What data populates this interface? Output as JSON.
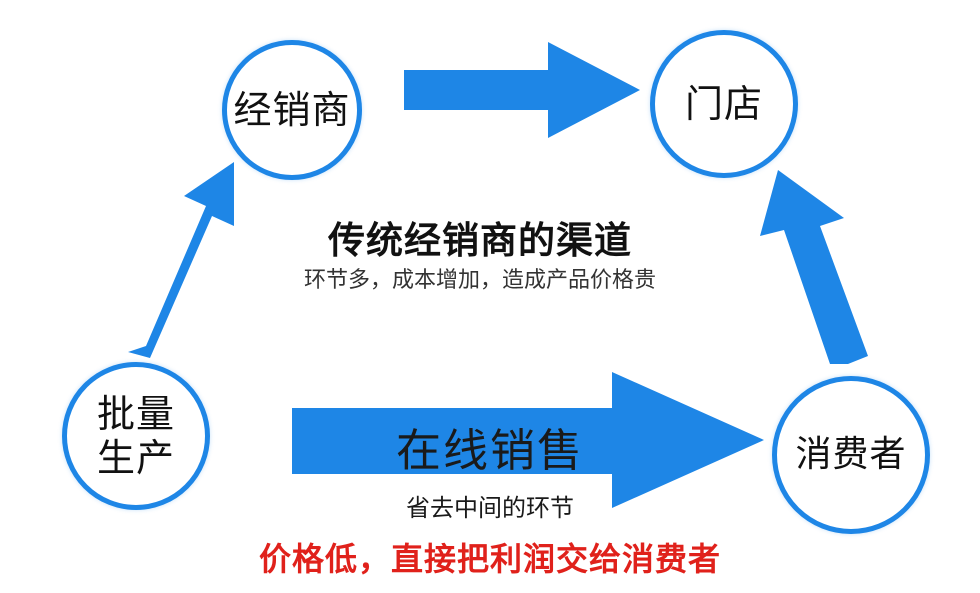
{
  "colors": {
    "arrow": "#1e86e6",
    "circle_border": "#1e86e6",
    "highlight_text": "#e0211b"
  },
  "nodes": {
    "dealer": "经销商",
    "store": "门店",
    "producer": "批量生产",
    "consumer": "消费者"
  },
  "traditional": {
    "title": "传统经销商的渠道",
    "subtitle": "环节多，成本增加，造成产品价格贵"
  },
  "online": {
    "title": "在线销售",
    "subtitle": "省去中间的环节"
  },
  "benefit": "价格低，直接把利润交给消费者"
}
